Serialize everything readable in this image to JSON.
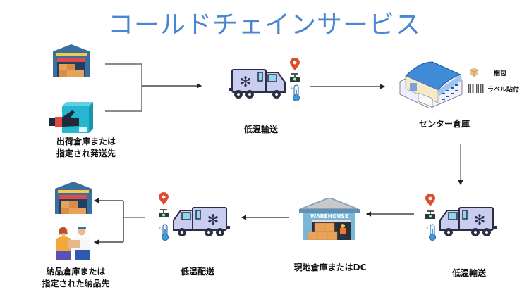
{
  "title": "コールドチェインサービス",
  "nodes": {
    "origin": {
      "label_line1": "出荷倉庫または",
      "label_line2": "指定され発送先",
      "icons": [
        "warehouse-icon",
        "package-handover-icon"
      ]
    },
    "transport1": {
      "label": "低温輸送",
      "icons": [
        "refrigerated-truck-icon",
        "location-pin-icon",
        "camera-icon",
        "thermometer-icon"
      ]
    },
    "center": {
      "label": "センター倉庫",
      "icons": [
        "center-warehouse-icon"
      ],
      "tasks": [
        {
          "icon": "box-icon",
          "label": "梱包"
        },
        {
          "icon": "barcode-icon",
          "label": "ラベル貼付"
        }
      ]
    },
    "transport2": {
      "label": "低温輸送",
      "icons": [
        "refrigerated-truck-icon",
        "location-pin-icon",
        "camera-icon",
        "thermometer-icon"
      ]
    },
    "local": {
      "label": "現地倉庫またはDC",
      "sign": "WAREHOUSE",
      "icons": [
        "local-warehouse-icon"
      ]
    },
    "delivery": {
      "label": "低温配送",
      "icons": [
        "refrigerated-truck-icon",
        "location-pin-icon",
        "camera-icon",
        "thermometer-icon"
      ]
    },
    "destination": {
      "label_line1": "納品倉庫または",
      "label_line2": "指定された納品先",
      "icons": [
        "warehouse-icon",
        "delivery-people-icon"
      ]
    }
  },
  "colors": {
    "title": "#4a86d2",
    "truck_body": "#c9cdf0",
    "truck_outline": "#2a2f45",
    "pin": "#e04a2f",
    "roof_blue": "#3f8bd8",
    "arrow": "#222222"
  }
}
